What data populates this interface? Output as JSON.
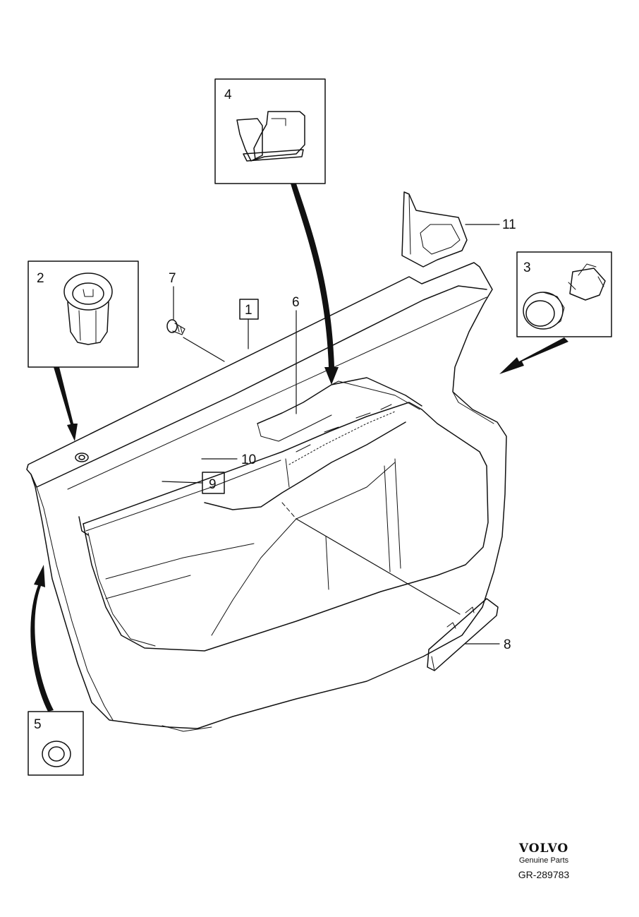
{
  "callouts": {
    "c1": "1",
    "c2": "2",
    "c3": "3",
    "c4": "4",
    "c5": "5",
    "c6": "6",
    "c7": "7",
    "c8": "8",
    "c9": "9",
    "c10": "10",
    "c11": "11"
  },
  "brand": {
    "name": "VOLVO",
    "subtitle": "Genuine Parts",
    "reference": "GR-289783"
  }
}
